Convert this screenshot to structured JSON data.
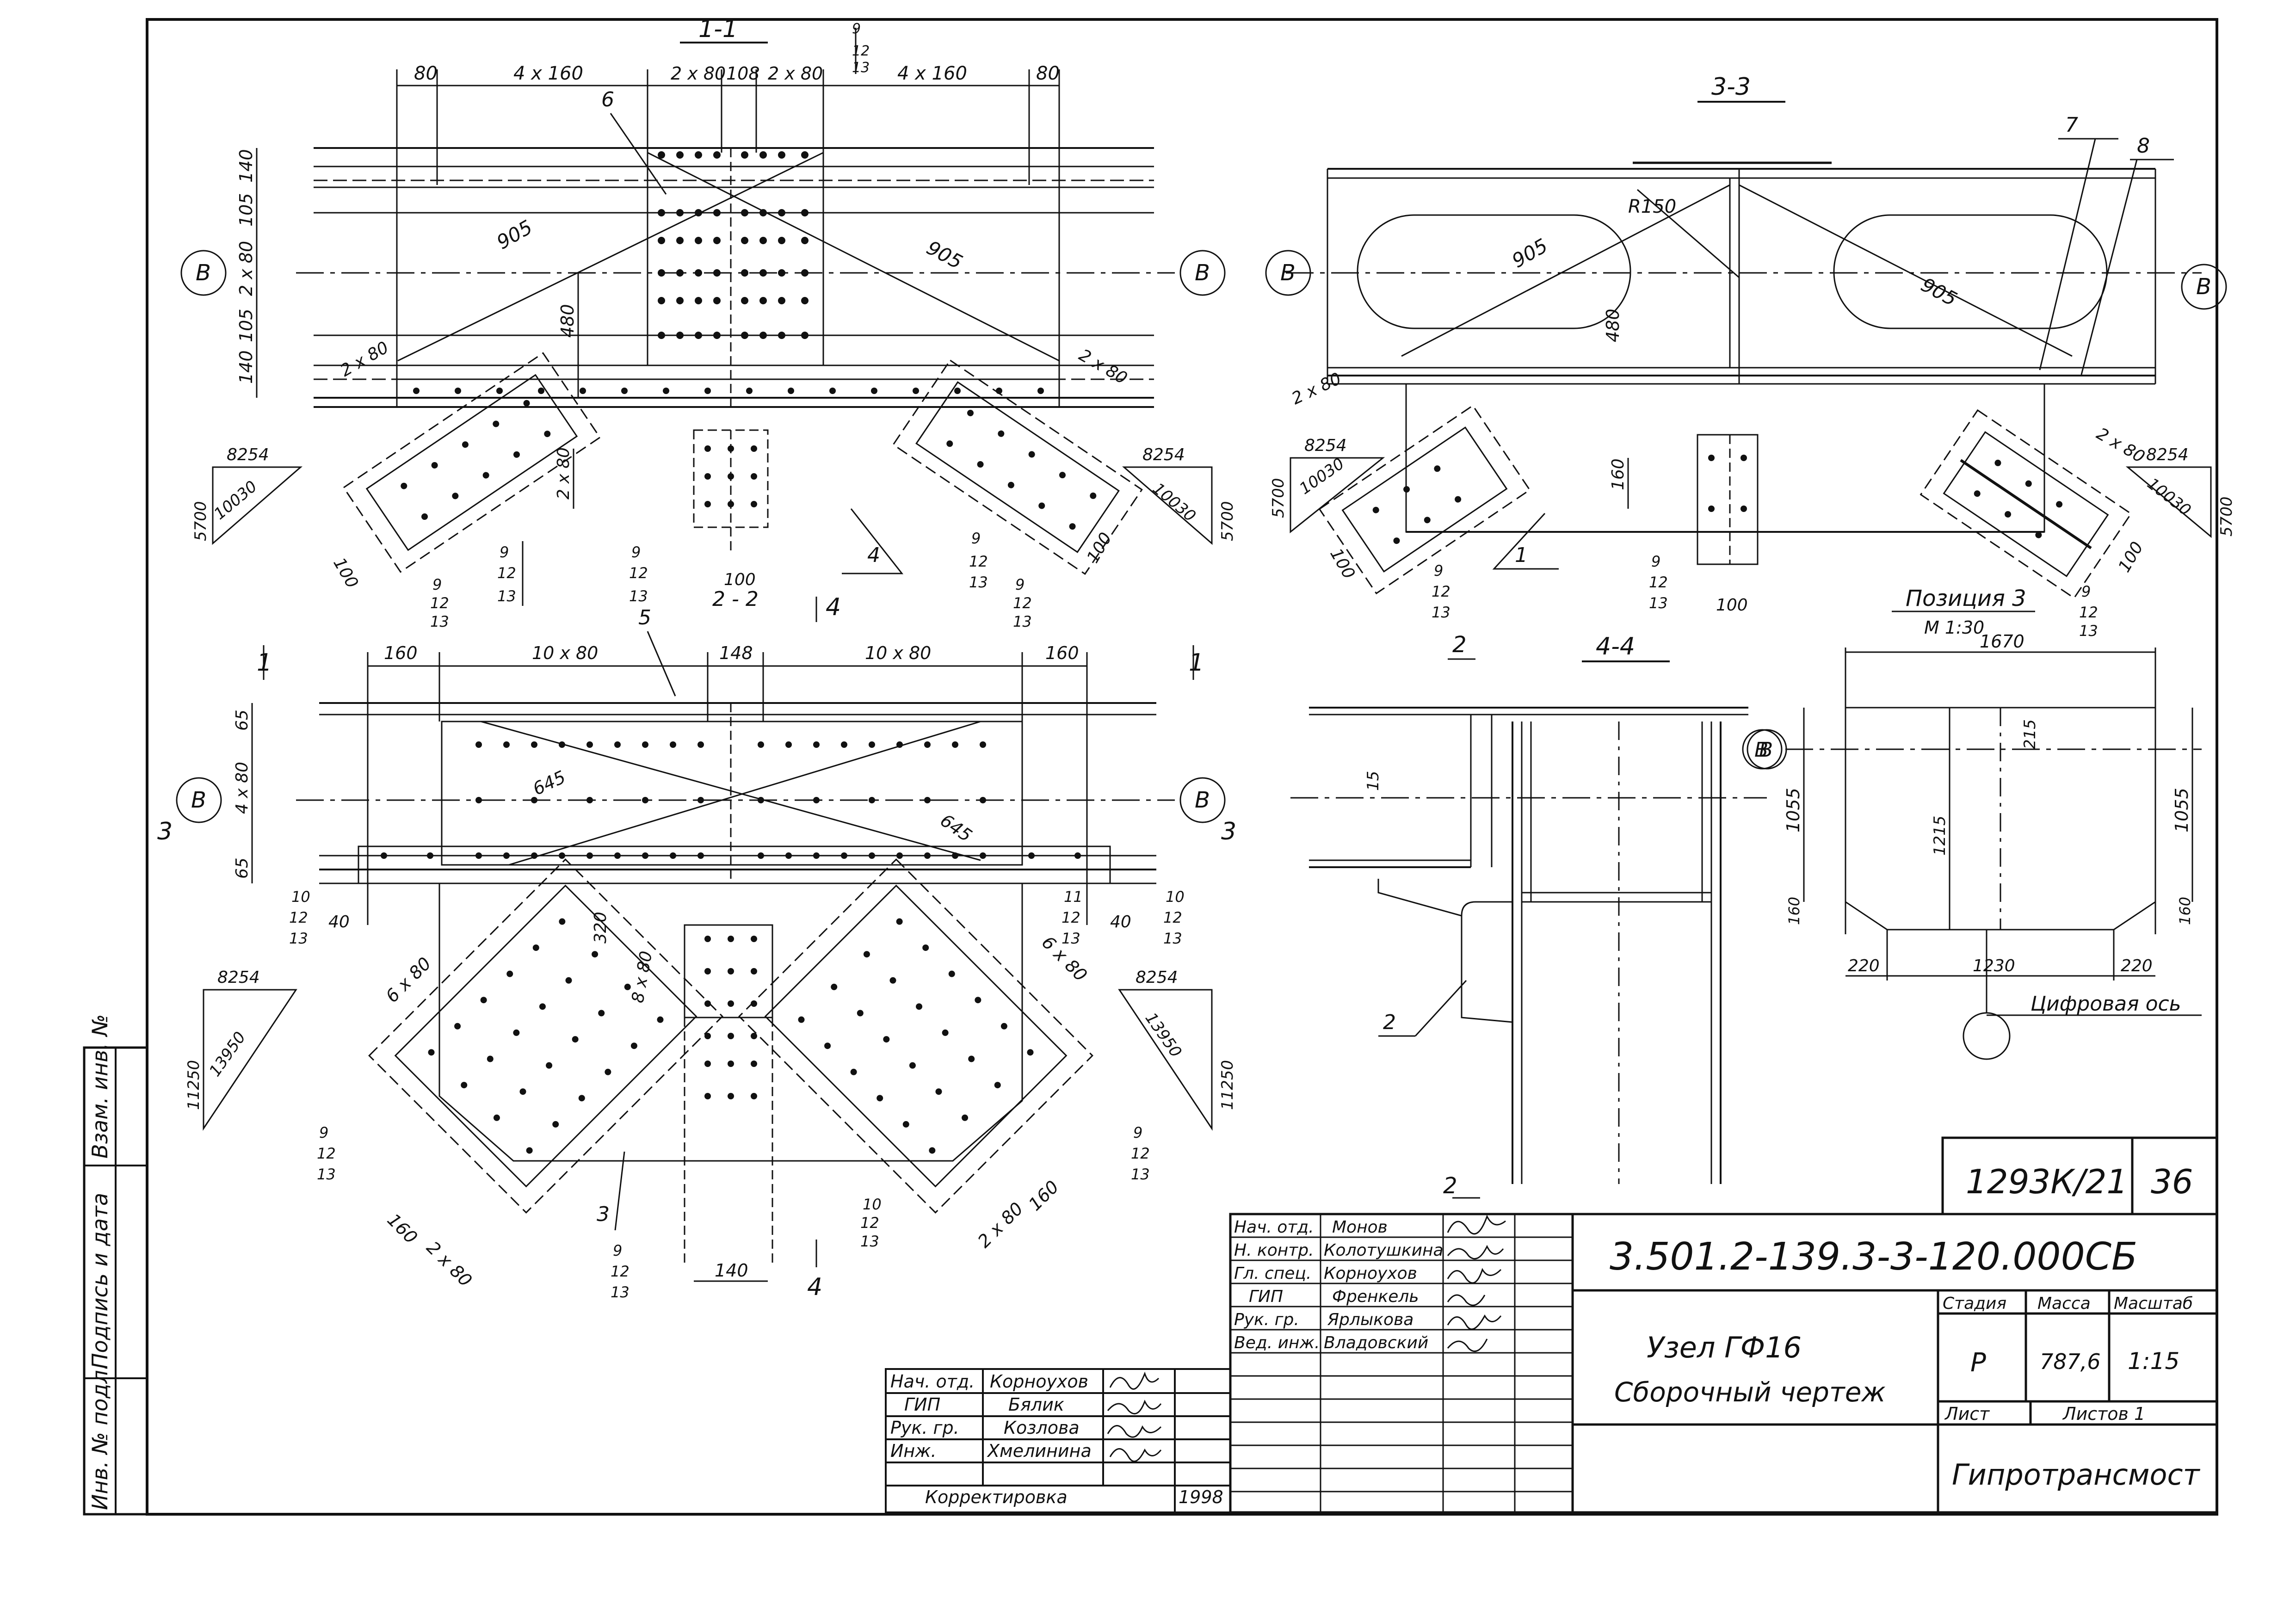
{
  "view_1_1": {
    "title": "1-1",
    "dims_top": [
      "80",
      "4 x 160",
      "2 x 80",
      "108",
      "2 x 80",
      "4 x 160",
      "80"
    ],
    "dims_left": [
      "140",
      "105",
      "2 x 80",
      "105",
      "140"
    ],
    "dim_905_left": "905",
    "dim_905_right": "905",
    "dim_480": "480",
    "dim_2x80_left": "2 x 80",
    "dim_2x80_right": "2 x 80",
    "dim_2x80_mid": "2 x 80",
    "dim_100_left": "100",
    "dim_100_right": "100",
    "dim_100_center": "100",
    "pos_6": "6",
    "axis_label": "В",
    "slope_left": {
      "top": "8254",
      "hyp": "10030",
      "side": "5700"
    },
    "slope_right": {
      "top": "8254",
      "hyp": "10030",
      "side": "5700"
    },
    "callouts": [
      "9",
      "12",
      "13"
    ],
    "section_2_2": "2 - 2",
    "section_4": "4"
  },
  "view_plan": {
    "dims_top": [
      "160",
      "10 x 80",
      "148",
      "10 x 80",
      "160"
    ],
    "dims_left": [
      "65",
      "4 x 80",
      "65"
    ],
    "dims_bottom_left": "40",
    "dims_bottom_right": "40",
    "dim_645_left": "645",
    "dim_645_right": "645",
    "dim_6x80_left": "6 x 80",
    "dim_6x80_right": "6 x 80",
    "dim_8x80": "8 x 80",
    "dim_320": "320",
    "dim_160_a": "160",
    "dim_2x80_a": "2 x 80",
    "dim_2x80_b": "2 x 80",
    "dim_160_b": "160",
    "dim_140": "140",
    "pos_5": "5",
    "pos_3": "3",
    "section_1": "1",
    "section_3": "3",
    "section_4": "4",
    "slope_left": {
      "top": "8254",
      "hyp": "13950",
      "side": "11250"
    },
    "slope_right": {
      "top": "8254",
      "hyp": "13950",
      "side": "11250"
    },
    "callout_10": [
      "10",
      "12",
      "13"
    ],
    "callout_11": [
      "11",
      "12",
      "13"
    ],
    "callout_9": [
      "9",
      "12",
      "13"
    ]
  },
  "view_3_3": {
    "title": "3-3",
    "r150": "R150",
    "dim_905_left": "905",
    "dim_905_right": "905",
    "dim_480": "480",
    "dim_160": "160",
    "dim_100": "100",
    "dim_2x80_left": "2 x 80",
    "dim_2x80_right": "2 x 80",
    "dim_100_left": "100",
    "dim_100_right": "100",
    "pos_7": "7",
    "pos_8": "8",
    "pos_1": "1",
    "slope_left": {
      "top": "8254",
      "hyp": "10030",
      "side": "5700"
    },
    "slope_right": {
      "top": "8254",
      "hyp": "10030",
      "side": "5700"
    }
  },
  "view_4_4": {
    "title": "4-4",
    "section_2": "2",
    "dim_15": "15",
    "pos_2": "2"
  },
  "position3": {
    "title": "Позиция 3",
    "scale": "М 1:30",
    "dim_width": "1670",
    "dim_left_h": "1055",
    "dim_right_h": "1055",
    "dim_215": "215",
    "dim_1215": "1215",
    "dim_160_left": "160",
    "dim_160_right": "160",
    "dim_220_left": "220",
    "dim_1230": "1230",
    "dim_220_right": "220",
    "axis_label": "В",
    "digital_axis": "Цифровая ось"
  },
  "title_block": {
    "inventory_no": "1293К/21",
    "sheet_no": "36",
    "designation": "3.501.2-139.3-3-120.000СБ",
    "name_line1": "Узел ГФ16",
    "name_line2": "Сборочный чертеж",
    "stage_label": "Стадия",
    "mass_label": "Масса",
    "scale_label": "Масштаб",
    "stage": "Р",
    "mass": "787,6",
    "scale": "1:15",
    "sheet_label": "Лист",
    "sheets_label": "Листов 1",
    "org": "Гипротрансмост",
    "signatures": [
      {
        "role": "Нач. отд.",
        "name": "Монов"
      },
      {
        "role": "Н. контр.",
        "name": "Колотушкина"
      },
      {
        "role": "Гл. спец.",
        "name": "Корноухов"
      },
      {
        "role": "ГИП",
        "name": "Френкель"
      },
      {
        "role": "Рук. гр.",
        "name": "Ярлыкова"
      },
      {
        "role": "Вед. инж.",
        "name": "Владовский"
      }
    ]
  },
  "correction_block": {
    "rows": [
      {
        "role": "Нач. отд.",
        "name": "Корноухов"
      },
      {
        "role": "ГИП",
        "name": "Бялик"
      },
      {
        "role": "Рук. гр.",
        "name": "Козлова"
      },
      {
        "role": "Инж.",
        "name": "Хмелинина"
      }
    ],
    "footer": "Корректировка",
    "year": "1998"
  },
  "side_stamp": {
    "inv_podl": "Инв. № подл.",
    "sign_date": "Подпись и дата",
    "vzam_inv": "Взам. инв. №"
  }
}
